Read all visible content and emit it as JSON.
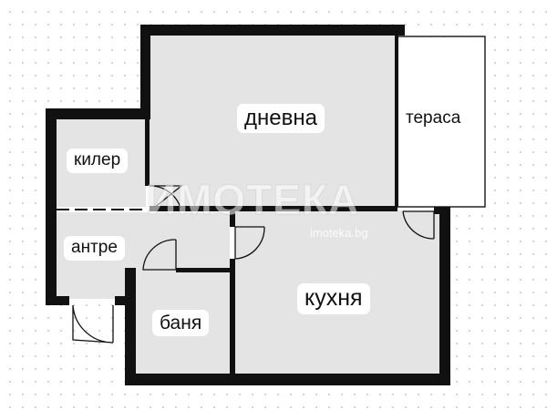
{
  "rooms": {
    "living": "дневна",
    "terrace": "тераса",
    "pantry": "килер",
    "hall": "антре",
    "bath": "баня",
    "kitchen": "кухня"
  },
  "watermark": {
    "logo": "ИМОТЕКА",
    "url": "imoteka.bg"
  },
  "colors": {
    "wall": "#111111",
    "floor": "#e4e4e4",
    "terrace": "#ffffff"
  }
}
